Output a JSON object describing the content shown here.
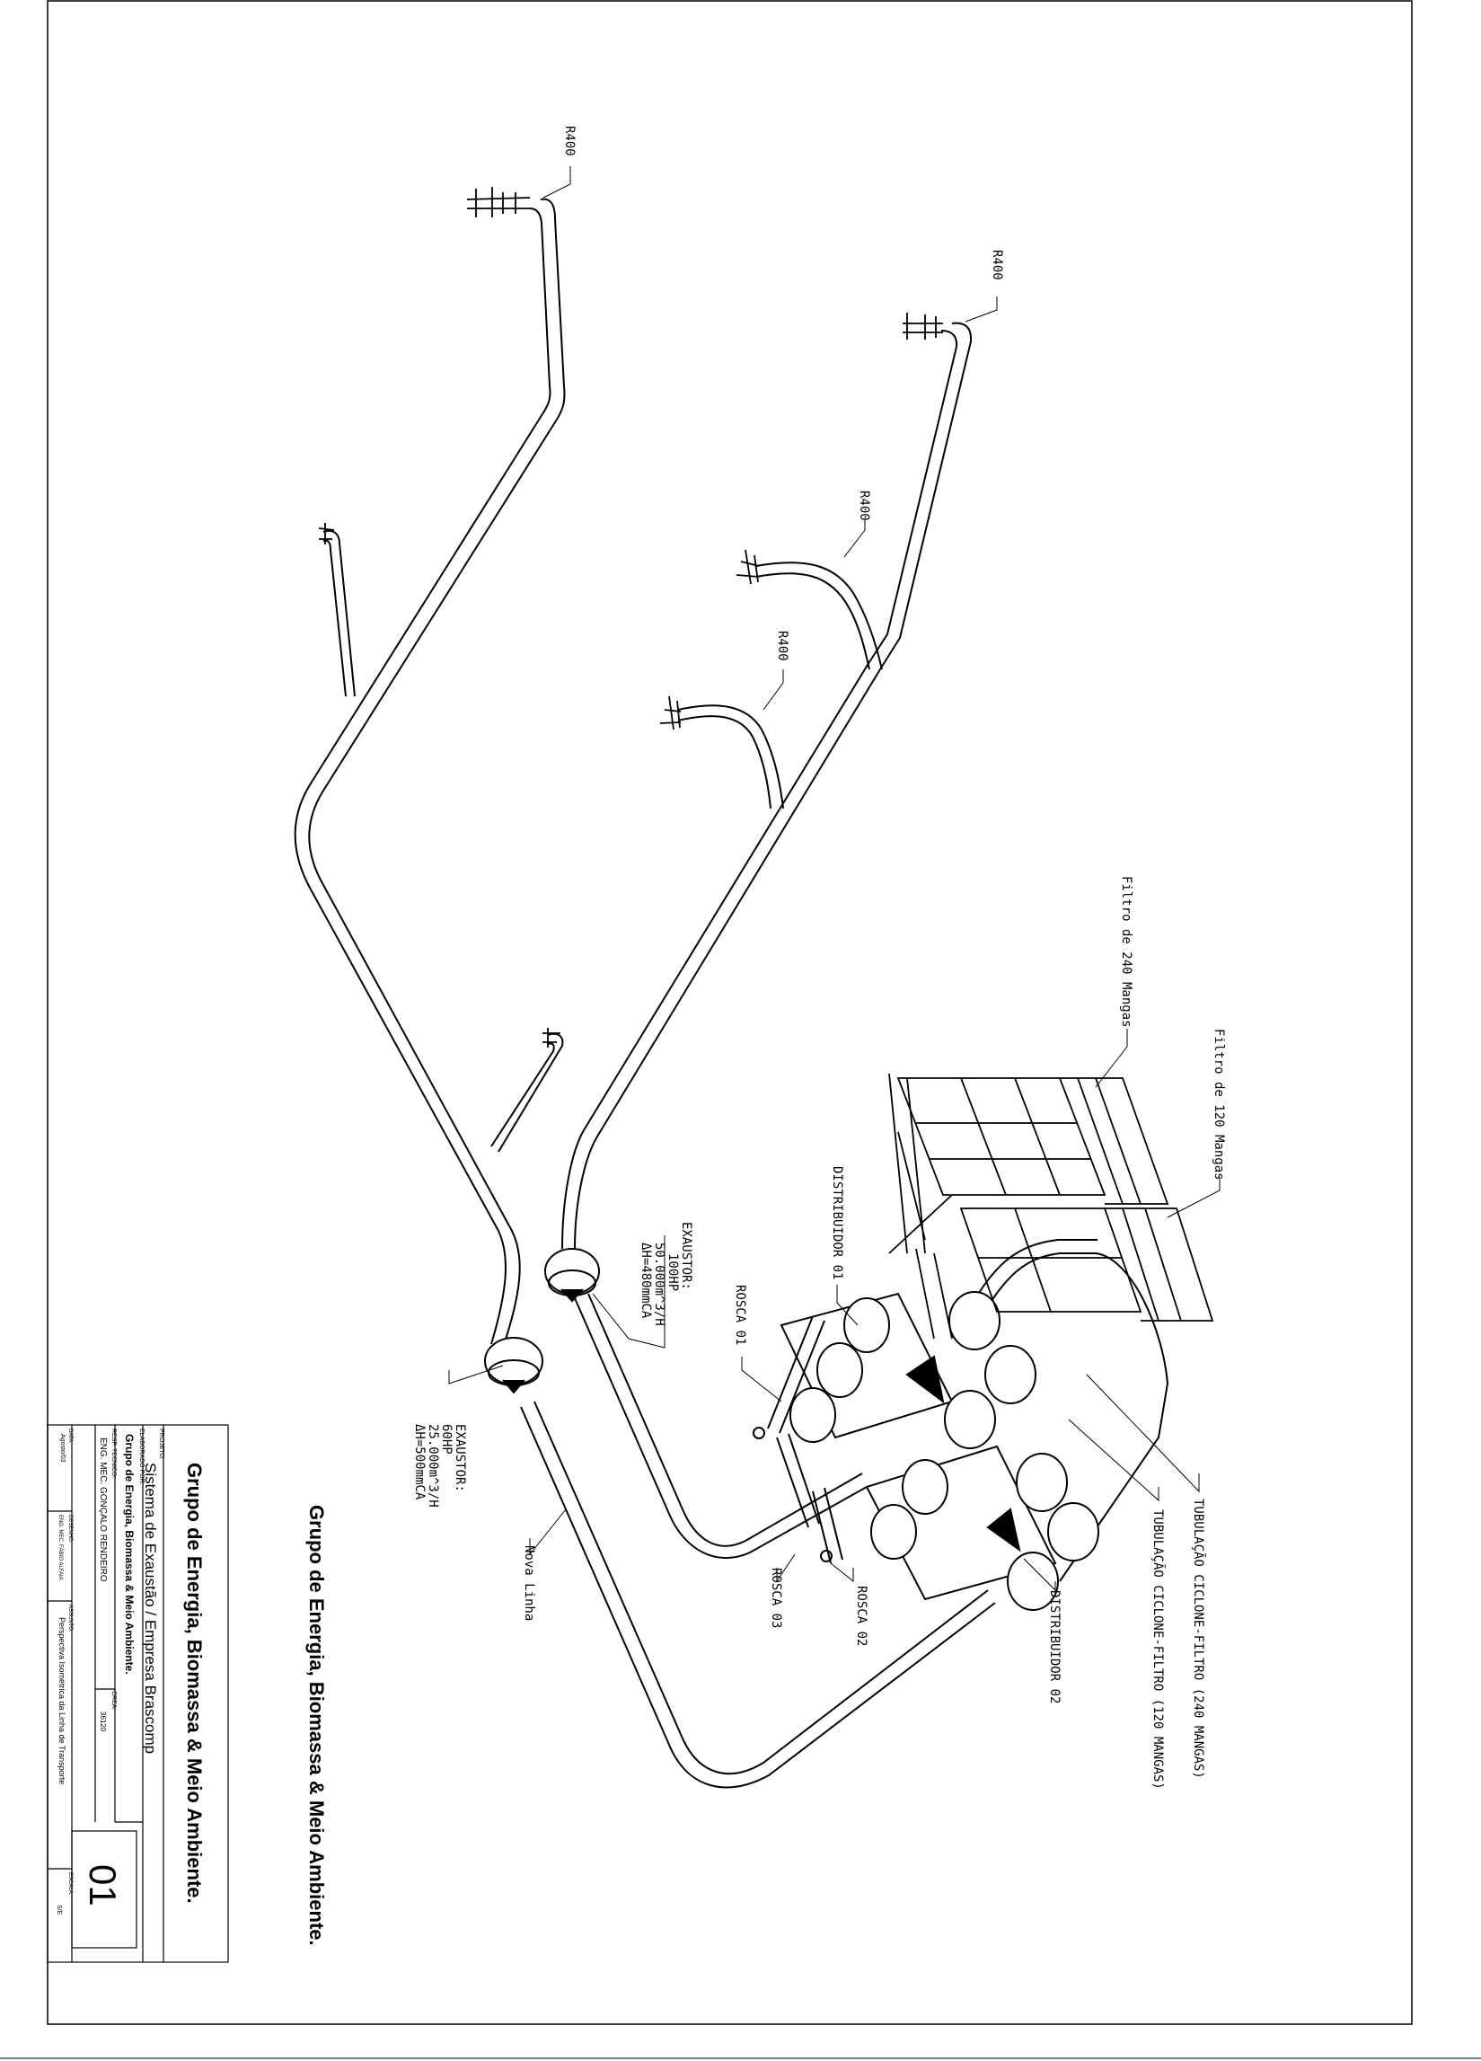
{
  "drawing": {
    "side_title": "Grupo de Energia, Biomassa & Meio Ambiente.",
    "labels": {
      "r400_a": "R400",
      "r400_b": "R400",
      "r400_c": "R400",
      "r400_d": "R400",
      "filtro_240": "Filtro de 240 Mangas",
      "filtro_120": "Filtro de 120 Mangas",
      "distribuidor_01": "DISTRIBUIDOR 01",
      "distribuidor_02": "DISTRIBUIDOR 02",
      "rosca_01": "ROSCA 01",
      "rosca_02": "ROSCA 02",
      "rosca_03": "ROSCA 03",
      "tubulacao_240": "TUBULAÇÃO CICLONE-FILTRO (240 MANGAS)",
      "tubulacao_120": "TUBULAÇÃO CICLONE-FILTRO (120 MANGAS)",
      "nova_linha": "Nova Linha",
      "exaustor_1": [
        "EXAUSTOR:",
        "100HP",
        "50.000m^3/H",
        "ΔH=480mmCA"
      ],
      "exaustor_2": [
        "EXAUSTOR:",
        "60HP",
        "25.000m^3/H",
        "ΔH=500mmCA"
      ]
    }
  },
  "title_block": {
    "header": "Grupo de Energia, Biomassa & Meio Ambiente.",
    "projeto_label": "PROJETO:",
    "projeto_value": "Sistema de Exaustão / Empresa Brascomp",
    "elaborado_label": "ELABORADO POR:",
    "elaborado_value": "Grupo de Energia, Biomassa & Meio Ambiente.",
    "resp_label": "RESP. TECNICO:",
    "resp_value": "ENG. MEC. GONÇALO RENDEIRO",
    "crea_label": "CREA:",
    "crea_value": "36120",
    "sheet_number": "01",
    "data_label": "DATA:",
    "data_value": "Agosto/03",
    "desenho_label": "DESENHO:",
    "desenho_value": "ENG. MEC. FÁBIO ALFAIA",
    "assunto_label": "ASSUNTO:",
    "assunto_value": "Perspectiva Isométrica da Linha de Transporte",
    "escala_label": "ESCALA:",
    "escala_value": "S/E"
  }
}
